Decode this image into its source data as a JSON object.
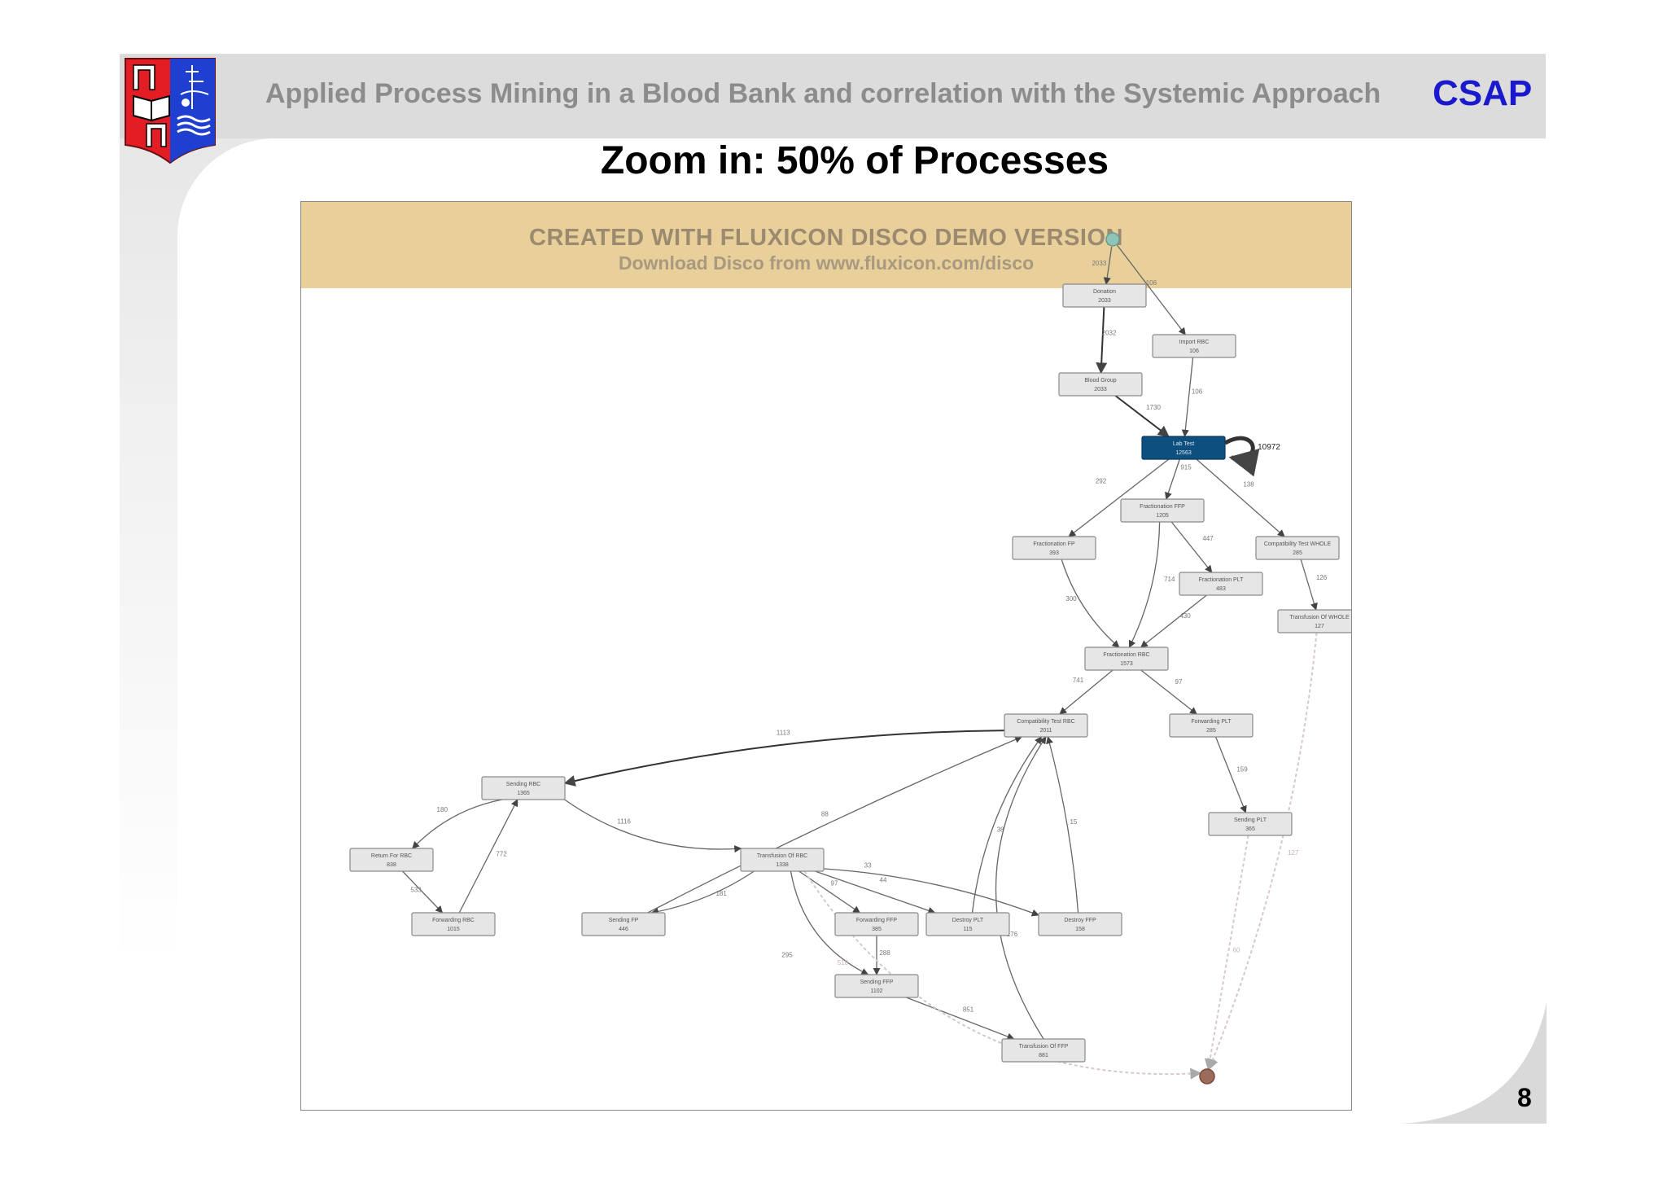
{
  "header": {
    "title": "Applied Process Mining in a Blood Bank and correlation with the Systemic Approach",
    "brand": "CSAP"
  },
  "slide_title": "Zoom in: 50% of Processes",
  "banner": {
    "line1": "CREATED WITH FLUXICON DISCO DEMO VERSION",
    "line2": "Download Disco from www.fluxicon.com/disco"
  },
  "page_number": "8",
  "colors": {
    "brand": "#1a1acc",
    "banner": "#e9cf99",
    "highlight_node": "#0d4f7e"
  },
  "process_map": {
    "nodes": [
      {
        "id": "donation",
        "name": "Donation",
        "count": "2033"
      },
      {
        "id": "import_rbc",
        "name": "Import RBC",
        "count": "106"
      },
      {
        "id": "blood_group",
        "name": "Blood Group",
        "count": "2033"
      },
      {
        "id": "lab_test",
        "name": "Lab Test",
        "count": "12563",
        "highlight": true
      },
      {
        "id": "fract_ffp",
        "name": "Fractionation FFP",
        "count": "1205"
      },
      {
        "id": "fract_fp",
        "name": "Fractionation FP",
        "count": "393"
      },
      {
        "id": "compat_whole",
        "name": "Compatibility Test WHOLE",
        "count": "285"
      },
      {
        "id": "fract_plt",
        "name": "Fractionation PLT",
        "count": "483"
      },
      {
        "id": "transf_whole",
        "name": "Transfusion Of WHOLE",
        "count": "127"
      },
      {
        "id": "fract_rbc",
        "name": "Fractionation RBC",
        "count": "1573"
      },
      {
        "id": "compat_rbc",
        "name": "Compatibility Test RBC",
        "count": "2011"
      },
      {
        "id": "forward_plt",
        "name": "Forwarding PLT",
        "count": "285"
      },
      {
        "id": "sending_rbc",
        "name": "Sending RBC",
        "count": "1365"
      },
      {
        "id": "sending_plt",
        "name": "Sending PLT",
        "count": "365"
      },
      {
        "id": "return_rbc",
        "name": "Return For RBC",
        "count": "838"
      },
      {
        "id": "transf_rbc",
        "name": "Transfusion Of RBC",
        "count": "1338"
      },
      {
        "id": "forward_rbc",
        "name": "Forwarding RBC",
        "count": "1015"
      },
      {
        "id": "sending_fp",
        "name": "Sending FP",
        "count": "446"
      },
      {
        "id": "forward_ffp",
        "name": "Forwarding FFP",
        "count": "385"
      },
      {
        "id": "destroy_plt",
        "name": "Destroy PLT",
        "count": "115"
      },
      {
        "id": "destroy_ffp",
        "name": "Destroy FFP",
        "count": "158"
      },
      {
        "id": "sending_ffp",
        "name": "Sending FFP",
        "count": "1102"
      },
      {
        "id": "transf_ffp",
        "name": "Transfusion Of FFP",
        "count": "881"
      }
    ],
    "edges": [
      {
        "from": "start",
        "to": "donation",
        "label": "2033"
      },
      {
        "from": "start",
        "to": "import_rbc",
        "label": "106"
      },
      {
        "from": "donation",
        "to": "blood_group",
        "label": "2032"
      },
      {
        "from": "import_rbc",
        "to": "lab_test",
        "label": "106"
      },
      {
        "from": "blood_group",
        "to": "lab_test",
        "label": "1730"
      },
      {
        "from": "lab_test",
        "to": "lab_test",
        "label": "10972"
      },
      {
        "from": "lab_test",
        "to": "fract_fp",
        "label": "292"
      },
      {
        "from": "lab_test",
        "to": "fract_ffp",
        "label": "915"
      },
      {
        "from": "lab_test",
        "to": "compat_whole",
        "label": "138"
      },
      {
        "from": "fract_ffp",
        "to": "fract_plt",
        "label": "447"
      },
      {
        "from": "fract_ffp",
        "to": "fract_rbc",
        "label": "714"
      },
      {
        "from": "fract_fp",
        "to": "fract_rbc",
        "label": "300"
      },
      {
        "from": "fract_plt",
        "to": "fract_rbc",
        "label": "430"
      },
      {
        "from": "compat_whole",
        "to": "transf_whole",
        "label": "126"
      },
      {
        "from": "fract_rbc",
        "to": "compat_rbc",
        "label": "741"
      },
      {
        "from": "fract_rbc",
        "to": "forward_plt",
        "label": "97"
      },
      {
        "from": "compat_rbc",
        "to": "sending_rbc",
        "label": "1113"
      },
      {
        "from": "forward_plt",
        "to": "sending_plt",
        "label": "159"
      },
      {
        "from": "sending_rbc",
        "to": "return_rbc",
        "label": "180"
      },
      {
        "from": "sending_rbc",
        "to": "transf_rbc",
        "label": "1116"
      },
      {
        "from": "return_rbc",
        "to": "forward_rbc",
        "label": "533"
      },
      {
        "from": "forward_rbc",
        "to": "sending_rbc",
        "label": "772"
      },
      {
        "from": "transf_rbc",
        "to": "sending_fp",
        "label": "181"
      },
      {
        "from": "transf_rbc",
        "to": "forward_ffp",
        "label": "97"
      },
      {
        "from": "transf_rbc",
        "to": "destroy_plt",
        "label": "44"
      },
      {
        "from": "transf_rbc",
        "to": "destroy_ffp",
        "label": "33"
      },
      {
        "from": "transf_rbc",
        "to": "sending_ffp",
        "label": "295"
      },
      {
        "from": "sending_fp",
        "to": "compat_rbc",
        "label": "88"
      },
      {
        "from": "destroy_plt",
        "to": "compat_rbc",
        "label": "38"
      },
      {
        "from": "destroy_ffp",
        "to": "compat_rbc",
        "label": "15"
      },
      {
        "from": "forward_ffp",
        "to": "sending_ffp",
        "label": "288"
      },
      {
        "from": "sending_ffp",
        "to": "transf_ffp",
        "label": "851"
      },
      {
        "from": "transf_ffp",
        "to": "compat_rbc",
        "label": "176"
      },
      {
        "from": "transf_rbc",
        "to": "end",
        "label": "518"
      },
      {
        "from": "sending_plt",
        "to": "end",
        "label": "60"
      },
      {
        "from": "transf_whole",
        "to": "end",
        "label": "127"
      }
    ]
  }
}
